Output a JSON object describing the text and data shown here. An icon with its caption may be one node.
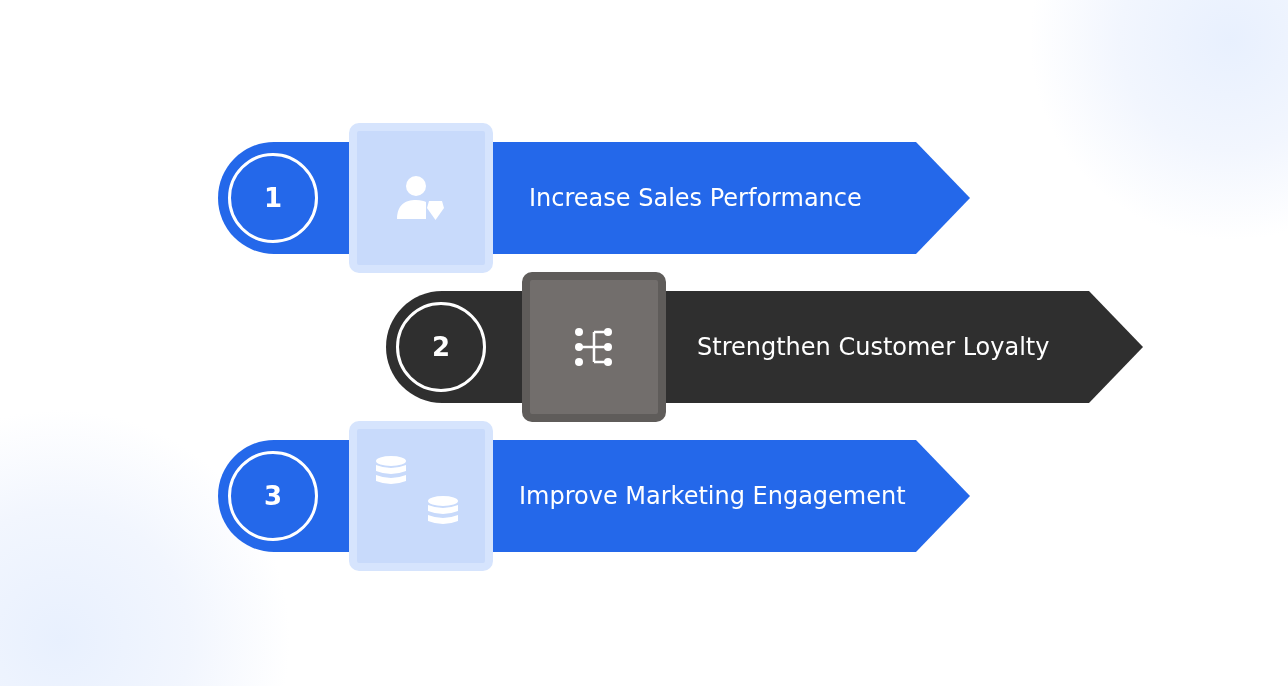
{
  "diagram": {
    "nodes": [
      {
        "text": [
          "Increase Sales Performance"
        ]
      },
      {
        "text": [
          "1"
        ],
        "in": 0
      },
      {
        "text": [
          "Strengthen Customer Loyalty"
        ]
      },
      {
        "text": [
          "2"
        ],
        "in": 2
      },
      {
        "text": [
          "Improve Marketing Engagement"
        ]
      },
      {
        "text": [
          "3"
        ],
        "in": 4
      }
    ]
  }
}
